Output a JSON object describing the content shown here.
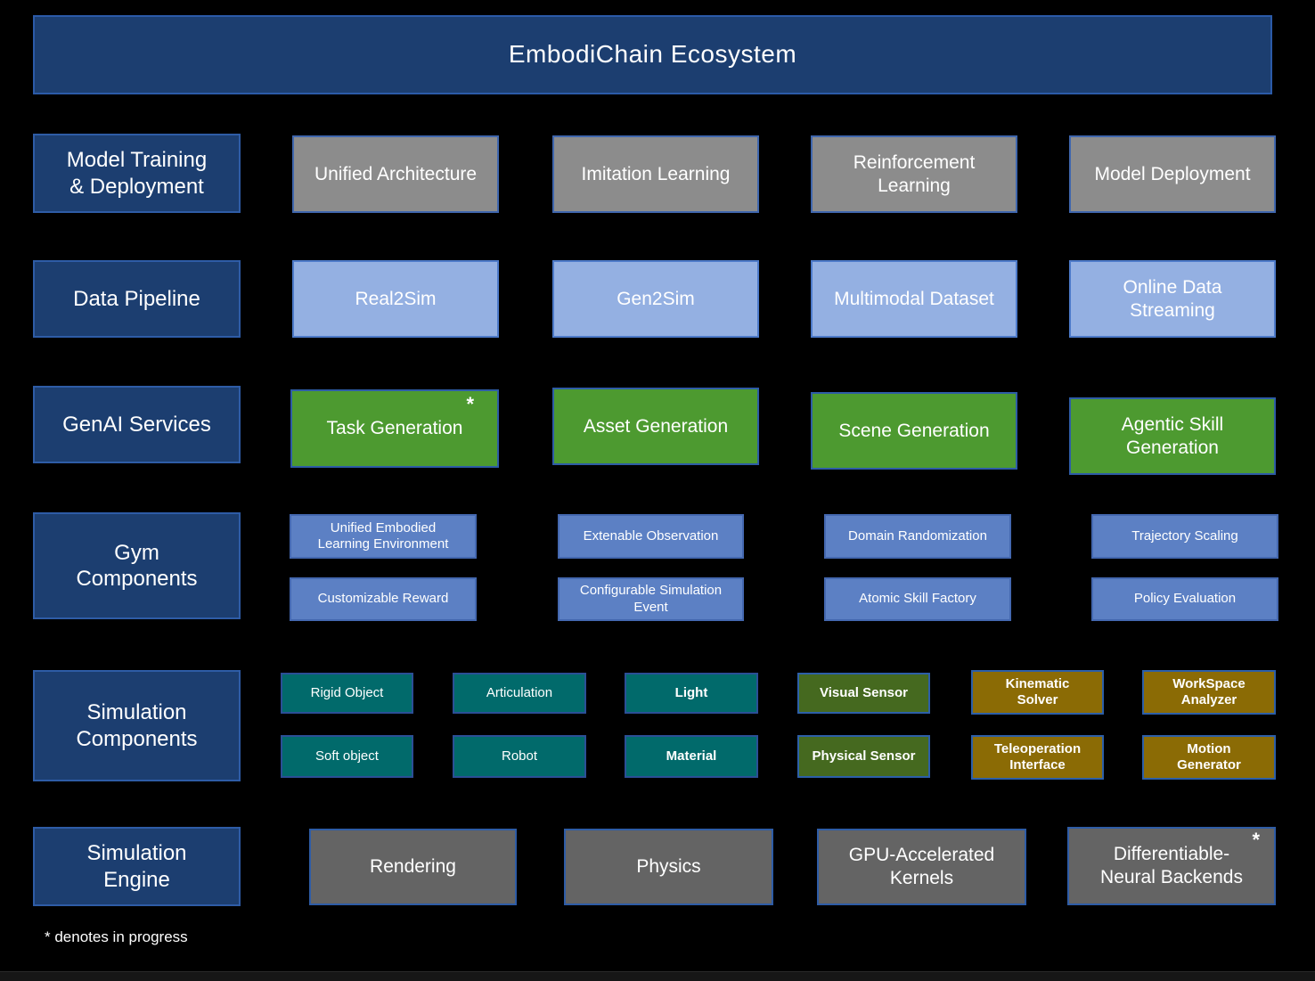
{
  "title": "EmbodiChain Ecosystem",
  "footnote": "* denotes in progress",
  "asterisk": "*",
  "colors": {
    "background": "#000000",
    "label_blue": "#1c3e70",
    "border_blue": "#2e5ca6",
    "gray_training": "#8c8c8c",
    "light_blue_pipeline": "#94b0e2",
    "green_genai": "#4d9a30",
    "gym_blue": "#5c80c4",
    "teal_sim": "#016a6b",
    "sensor_green": "#45691f",
    "gold_olive": "#8b6b05",
    "gray_engine": "#646464",
    "text": "#ffffff"
  },
  "rows": {
    "model": {
      "label": "Model Training\n& Deployment",
      "boxes": [
        "Unified Architecture",
        "Imitation Learning",
        "Reinforcement\nLearning",
        "Model Deployment"
      ]
    },
    "data": {
      "label": "Data Pipeline",
      "boxes": [
        "Real2Sim",
        "Gen2Sim",
        "Multimodal Dataset",
        "Online Data\nStreaming"
      ]
    },
    "genai": {
      "label": "GenAI Services",
      "boxes": [
        "Task Generation",
        "Asset Generation",
        "Scene Generation",
        "Agentic Skill\nGeneration"
      ],
      "in_progress": [
        true,
        false,
        false,
        false
      ]
    },
    "gym": {
      "label": "Gym\nComponents",
      "boxes_top": [
        "Unified Embodied\nLearning Environment",
        "Extenable Observation",
        "Domain Randomization",
        "Trajectory Scaling"
      ],
      "boxes_bottom": [
        "Customizable Reward",
        "Configurable Simulation\nEvent",
        "Atomic Skill Factory",
        "Policy Evaluation"
      ]
    },
    "simcomp": {
      "label": "Simulation\nComponents",
      "boxes_top": [
        "Rigid Object",
        "Articulation",
        "Light",
        "Visual Sensor",
        "Kinematic\nSolver",
        "WorkSpace\nAnalyzer"
      ],
      "boxes_bottom": [
        "Soft object",
        "Robot",
        "Material",
        "Physical Sensor",
        "Teleoperation\nInterface",
        "Motion\nGenerator"
      ]
    },
    "engine": {
      "label": "Simulation\nEngine",
      "boxes": [
        "Rendering",
        "Physics",
        "GPU-Accelerated\nKernels",
        "Differentiable-\nNeural Backends"
      ],
      "in_progress": [
        false,
        false,
        false,
        true
      ]
    }
  }
}
